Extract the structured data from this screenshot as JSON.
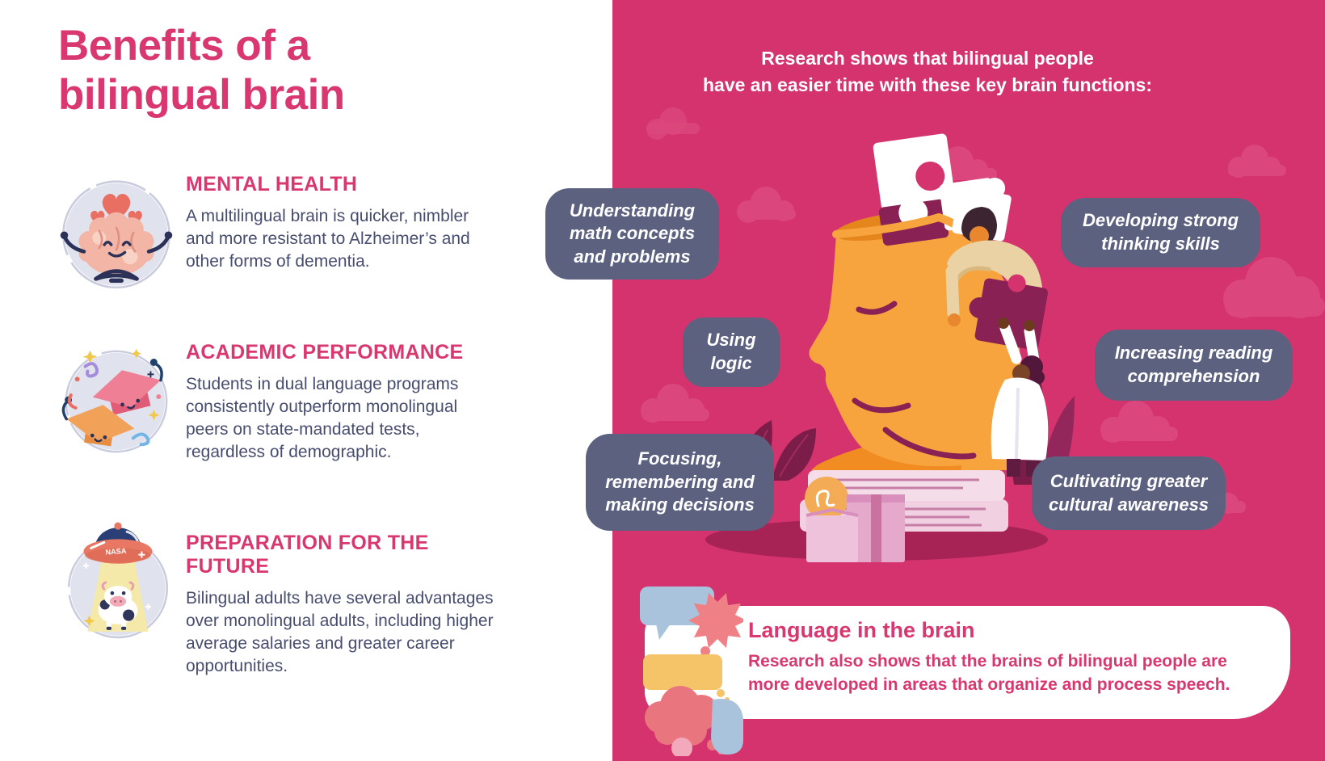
{
  "left_panel": {
    "title": "Benefits of a\nbilingual brain",
    "nasa_label": "NASA",
    "sections": [
      {
        "icon": "meditating-brain-icon",
        "heading": "MENTAL HEALTH",
        "body": "A multilingual brain is quicker, nimbler and more resistant to Alzheimer’s and other forms of dementia."
      },
      {
        "icon": "graduation-caps-icon",
        "heading": "ACADEMIC PERFORMANCE",
        "body": "Students in dual language programs consistently outperform monolingual peers on state-mandated tests, regardless of demographic."
      },
      {
        "icon": "ufo-cow-icon",
        "heading": "PREPARATION FOR THE FUTURE",
        "body": "Bilingual adults have several advantages over monolingual adults, including higher average salaries and greater career opportunities."
      }
    ]
  },
  "right_panel": {
    "header": "Research shows that bilingual people\nhave an easier time with these key brain functions:",
    "callouts": [
      {
        "label": "Understanding\nmath concepts\nand problems"
      },
      {
        "label": "Using\nlogic"
      },
      {
        "label": "Focusing,\nremembering and\nmaking decisions"
      },
      {
        "label": "Developing strong\nthinking skills"
      },
      {
        "label": "Increasing reading\ncomprehension"
      },
      {
        "label": "Cultivating greater\ncultural awareness"
      }
    ],
    "card": {
      "title": "Language in the brain",
      "body": "Research also shows that the brains of bilingual people are more developed in areas that organize and process speech."
    }
  },
  "colors": {
    "bg_pink": "#D5336E",
    "accent_pink": "#D9376F",
    "slate_box": "#5C6180",
    "body_text": "#474D6E",
    "head_orange": "#F7A43F",
    "puzzle_maroon": "#8A2155",
    "cloud_pink": "#DB477C",
    "card_white": "#FFFFFF",
    "icon_circle": "#E0E2ED"
  }
}
